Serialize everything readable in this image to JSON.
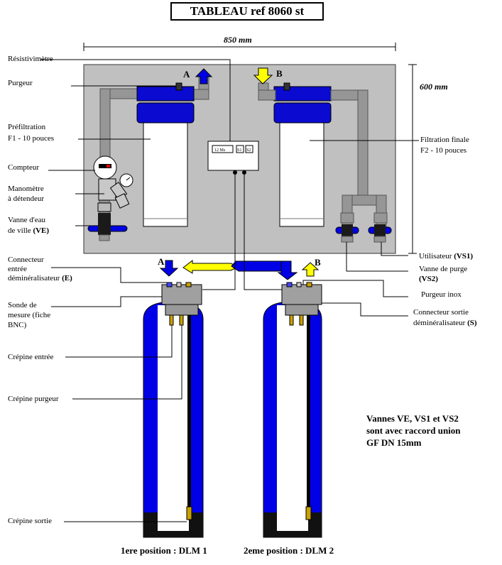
{
  "title": "TABLEAU ref 8060 st",
  "dimensions": {
    "width": "850 mm",
    "height": "600 mm"
  },
  "port_labels": {
    "a": "A",
    "b": "B"
  },
  "display": {
    "reading": "12 Ms",
    "btn1": "S1",
    "btn2": "S2"
  },
  "labels_left": {
    "resistivimetre": "Résistivimètre",
    "purgeur": "Purgeur",
    "prefiltration_1": "Préfiltration",
    "prefiltration_2": "F1 - 10 pouces",
    "compteur": "Compteur",
    "manometre_1": "Manomètre",
    "manometre_2": "à détendeur",
    "vanne_ville_1": "Vanne d'eau",
    "vanne_ville_2": "de ville",
    "vanne_ville_tag": "(VE)",
    "connecteur_entree_1": "Connecteur",
    "connecteur_entree_2": "entrée",
    "connecteur_entree_3": "déminéralisateur",
    "connecteur_entree_tag": "(E)",
    "sonde_1": "Sonde de",
    "sonde_2": "mesure (fiche",
    "sonde_3": "BNC)",
    "crepine_entree": "Crépine entrée",
    "crepine_purgeur": "Crépine purgeur",
    "crepine_sortie": "Crépine sortie"
  },
  "labels_right": {
    "filtration_finale_1": "Filtration finale",
    "filtration_finale_2": "F2 - 10 pouces",
    "utilisateur": "Utilisateur",
    "utilisateur_tag": "(VS1)",
    "vanne_purge_1": "Vanne de purge",
    "vanne_purge_2": "(VS2)",
    "purgeur_inox": "Purgeur inox",
    "connecteur_sortie_1": "Connecteur sortie",
    "connecteur_sortie_2": "déminéralisateur",
    "connecteur_sortie_tag": "(S)"
  },
  "note": {
    "line1": "Vannes VE, VS1 et VS2",
    "line2": "sont avec raccord union",
    "line3": "GF DN 15mm"
  },
  "positions": {
    "first": "1ere position : DLM 1",
    "second": "2eme position : DLM 2"
  },
  "colors": {
    "panel": "#c0c0c0",
    "pipe": "#969696",
    "blue": "#0000e6",
    "yellow": "#ffff00",
    "dark": "#000000"
  }
}
